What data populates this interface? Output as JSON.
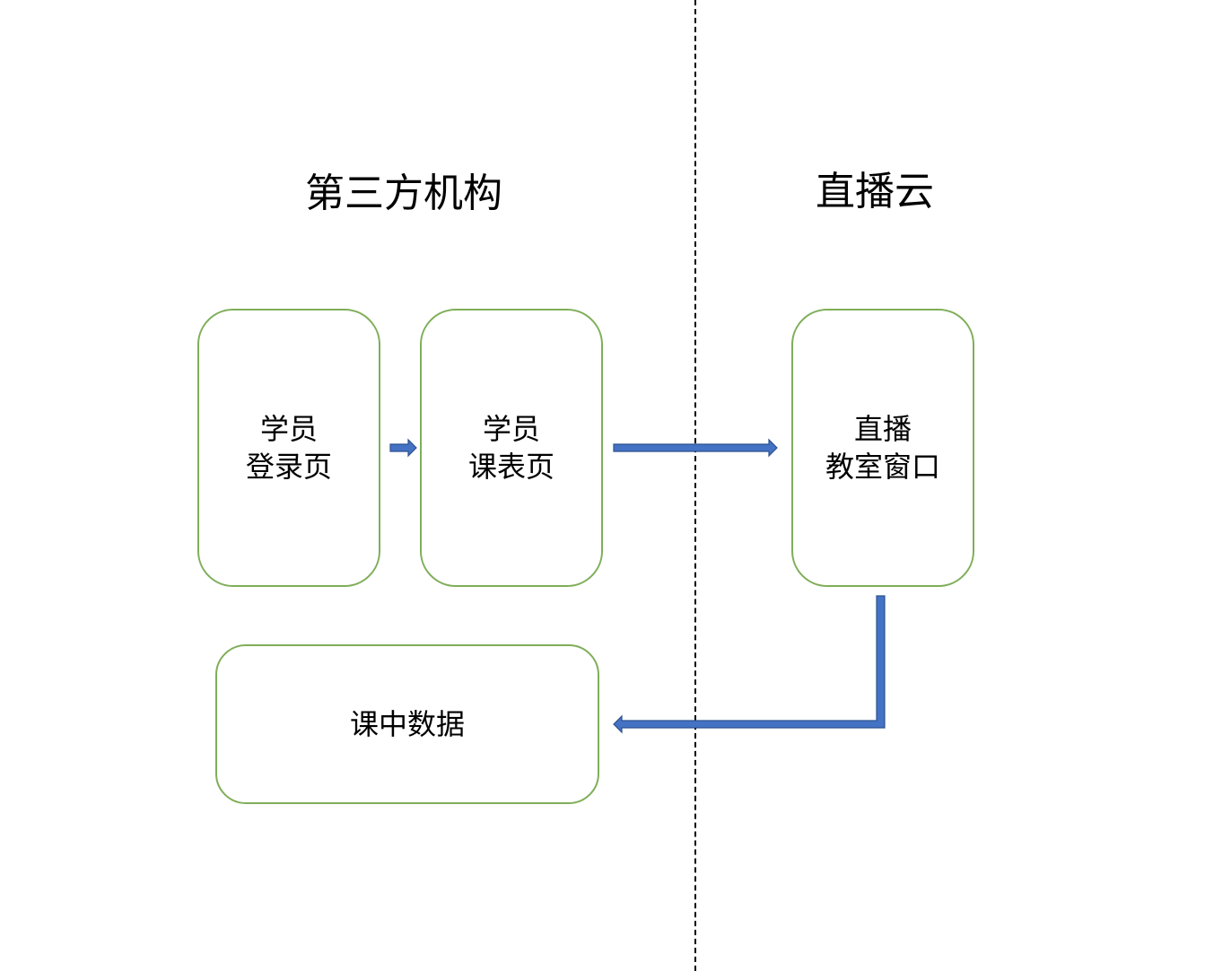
{
  "regions": {
    "left_title": "第三方机构",
    "right_title": "直播云"
  },
  "nodes": {
    "login": {
      "line1": "学员",
      "line2": "登录页"
    },
    "schedule": {
      "line1": "学员",
      "line2": "课表页"
    },
    "classroom": {
      "line1": "直播",
      "line2": "教室窗口"
    },
    "class_data": {
      "label": "课中数据"
    }
  },
  "colors": {
    "node_border": "#7fae59",
    "arrow_fill": "#4472c4",
    "arrow_stroke": "#2f528f",
    "divider": "#000000"
  },
  "edges": [
    {
      "from": "login",
      "to": "schedule"
    },
    {
      "from": "schedule",
      "to": "classroom"
    },
    {
      "from": "classroom",
      "to": "class_data"
    }
  ]
}
